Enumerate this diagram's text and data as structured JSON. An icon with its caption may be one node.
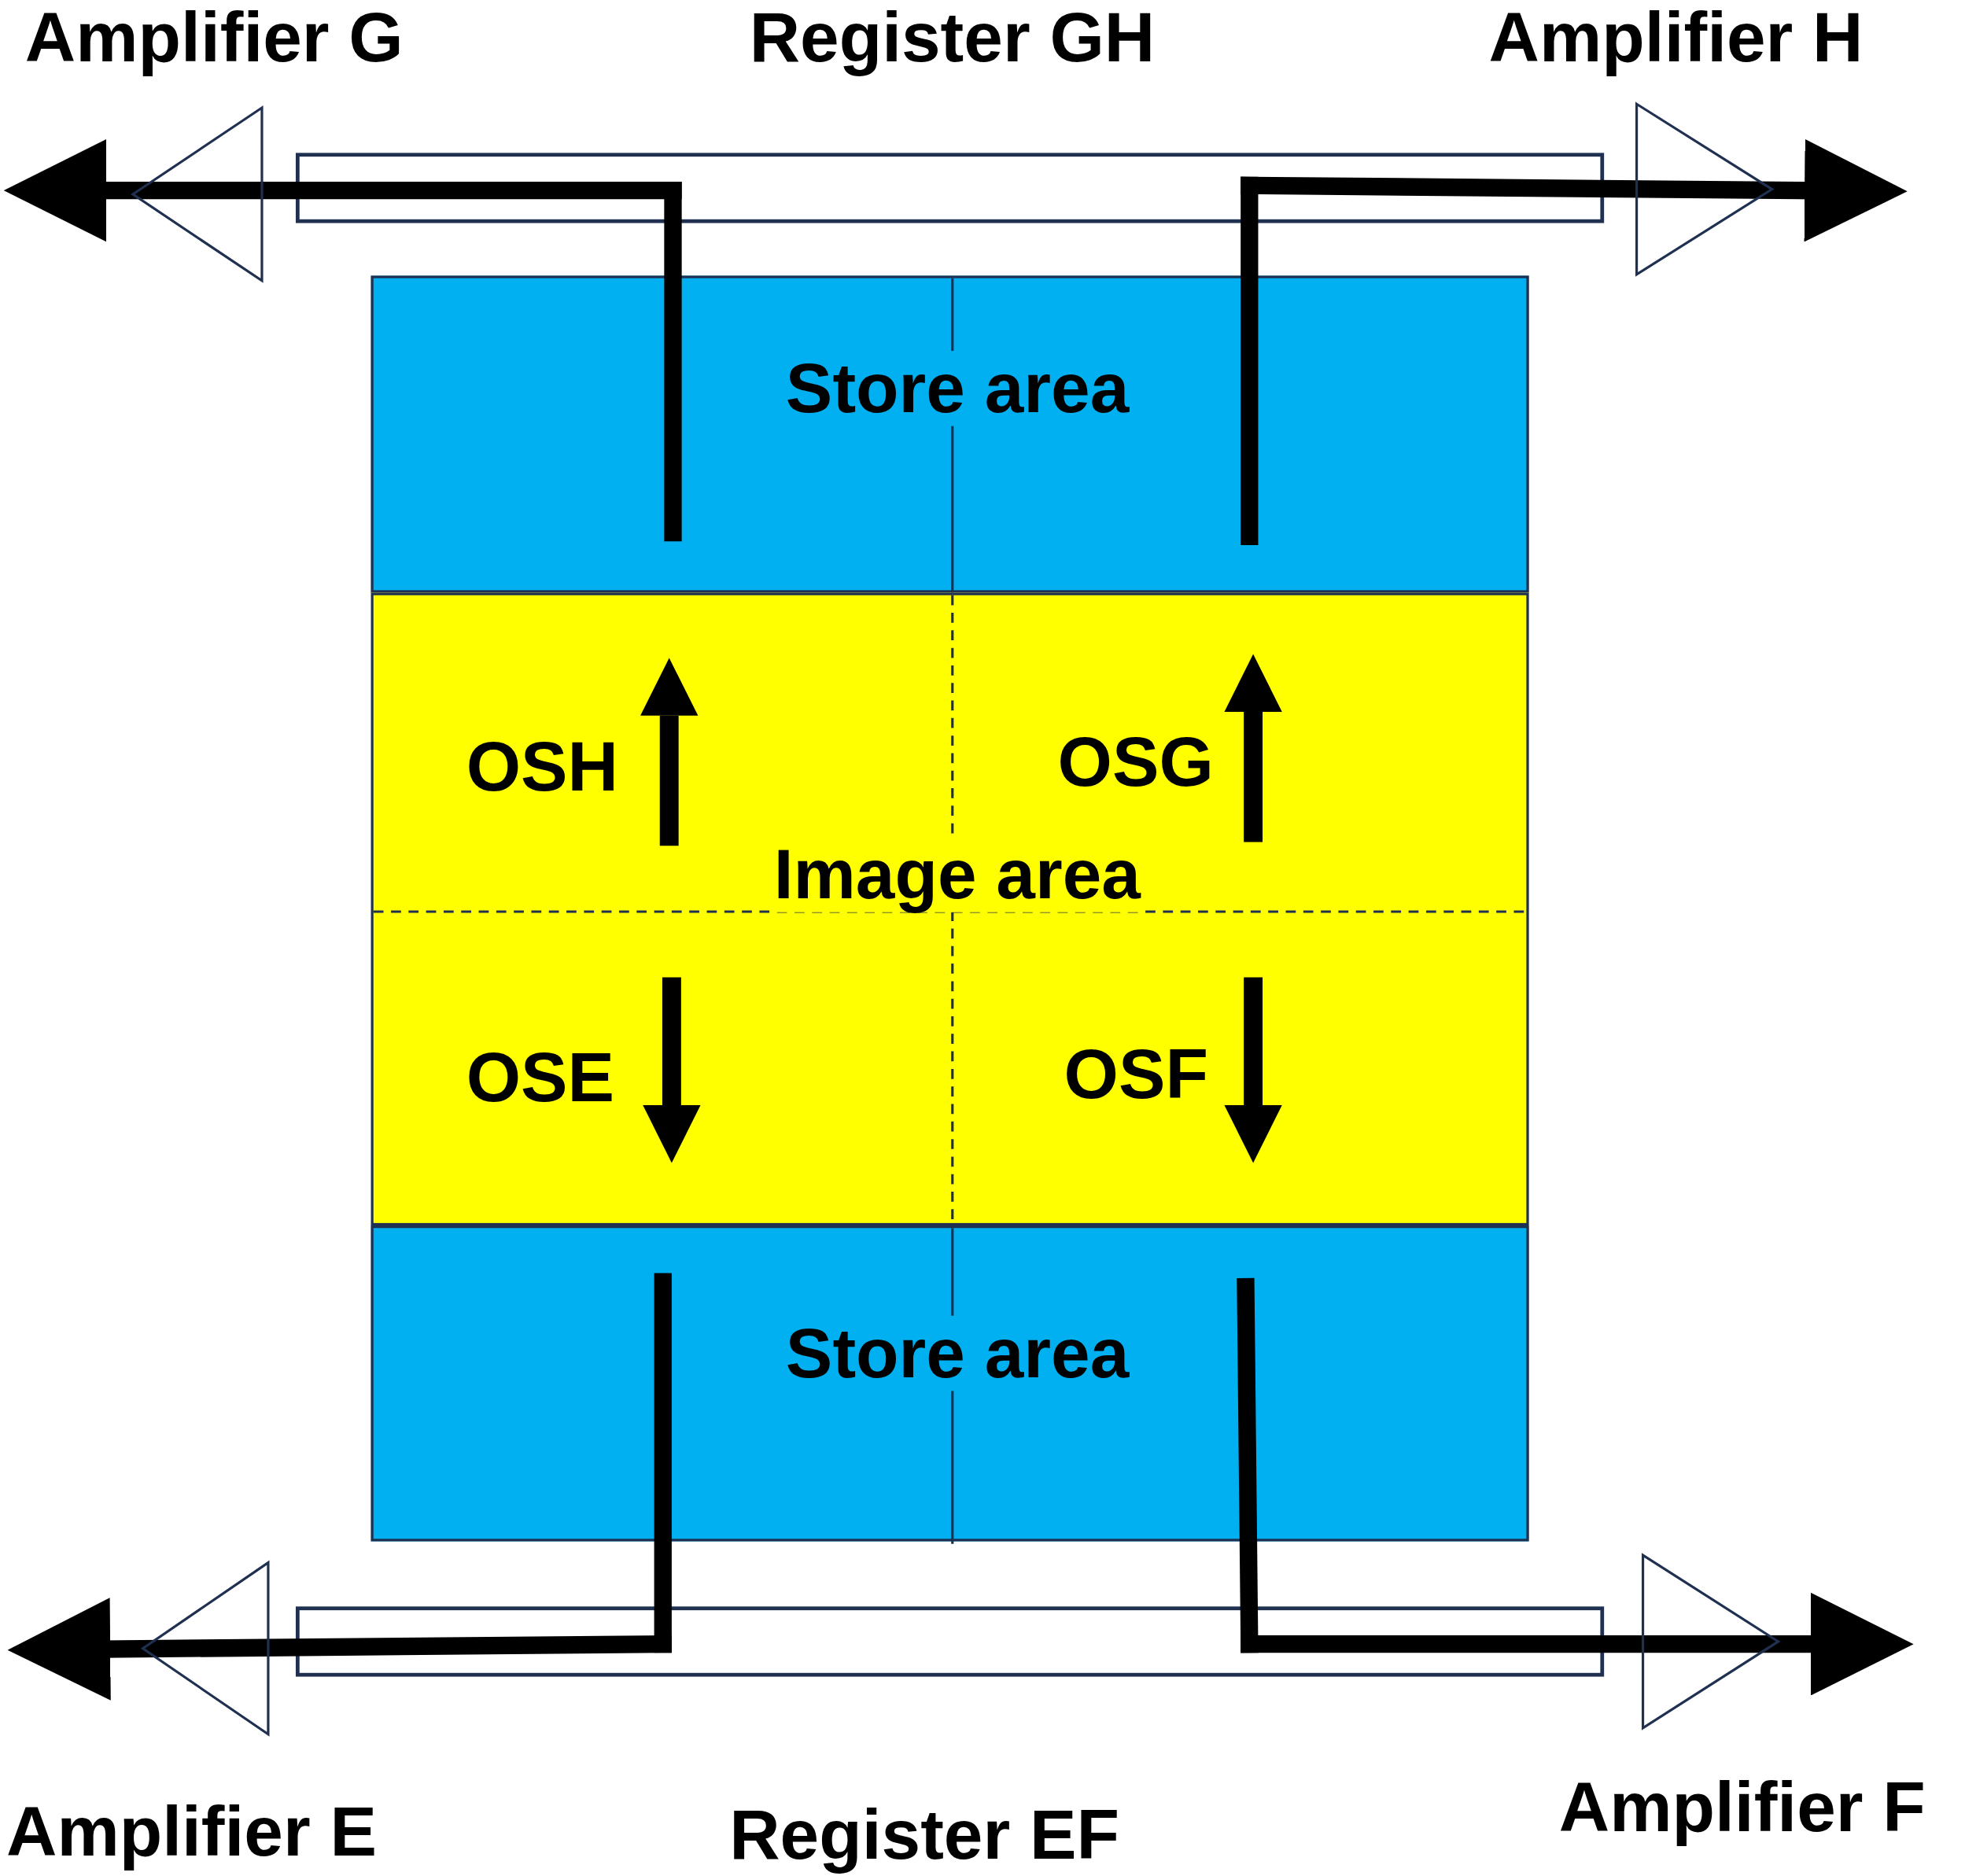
{
  "diagram": {
    "nodes": [
      {
        "text": [
          "Amplifier G"
        ]
      },
      {
        "text": [
          "Register GH"
        ]
      },
      {
        "text": [
          "Amplifier H"
        ]
      },
      {
        "text": [
          "Store area"
        ]
      },
      {
        "text": [
          "Image area"
        ]
      },
      {
        "text": [
          "Store area"
        ]
      },
      {
        "text": [
          "Amplifier E"
        ]
      },
      {
        "text": [
          "Register EF"
        ]
      },
      {
        "text": [
          "Amplifier F"
        ]
      }
    ],
    "edges": [
      {
        "from": 3,
        "to": 1,
        "arrow": "none"
      },
      {
        "from": 1,
        "to": 0,
        "arrow": "to"
      },
      {
        "from": 3,
        "to": 1,
        "arrow": "none"
      },
      {
        "from": 1,
        "to": 2,
        "arrow": "to"
      },
      {
        "from": 5,
        "to": 7,
        "arrow": "none"
      },
      {
        "from": 7,
        "to": 6,
        "arrow": "to"
      },
      {
        "from": 5,
        "to": 7,
        "arrow": "none"
      },
      {
        "from": 7,
        "to": 8,
        "arrow": "to"
      }
    ],
    "labels": [
      "OSH",
      "OSG",
      "OSE",
      "OSF"
    ]
  }
}
